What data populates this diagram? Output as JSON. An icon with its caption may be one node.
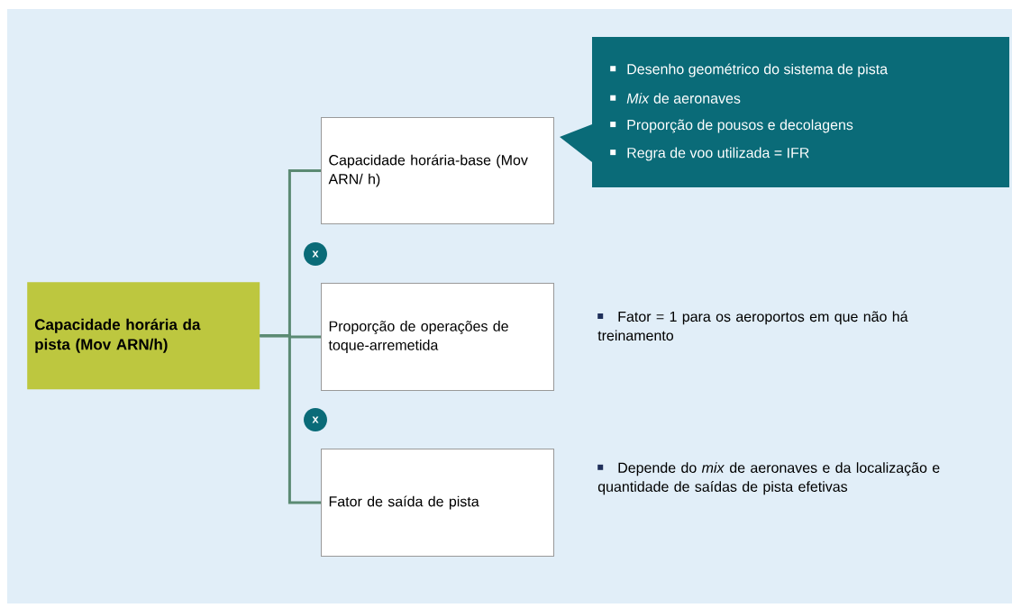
{
  "diagram": {
    "nodes": [
      {
        "text": [
          "Capacidade horária da pista (Mov ARN/h)"
        ]
      },
      {
        "text": [
          "Capacidade horária-base (Mov ARN/ h)"
        ]
      },
      {
        "text": [
          "Proporção de operações de toque-arremetida"
        ],
        "beside": [
          "Fator = 1 para os aeroportos em que não há treinamento"
        ]
      },
      {
        "text": [
          "Fator de saída de pista"
        ],
        "beside": [
          "Depende do *mix* de aeronaves e da localização e quantidade de saídas de pista efetivas"
        ]
      },
      {
        "text": [
          "Desenho geométrico do sistema de pista",
          "*Mix* de aeronaves",
          "Proporção de pousos e decolagens",
          "Regra de voo utilizada = IFR"
        ]
      }
    ],
    "edges": [
      {
        "from": 0,
        "to": 1,
        "arrow": "none"
      },
      {
        "from": 0,
        "to": 2,
        "arrow": "none"
      },
      {
        "from": 0,
        "to": 3,
        "arrow": "none"
      }
    ],
    "labels": [
      "x",
      "x"
    ]
  }
}
